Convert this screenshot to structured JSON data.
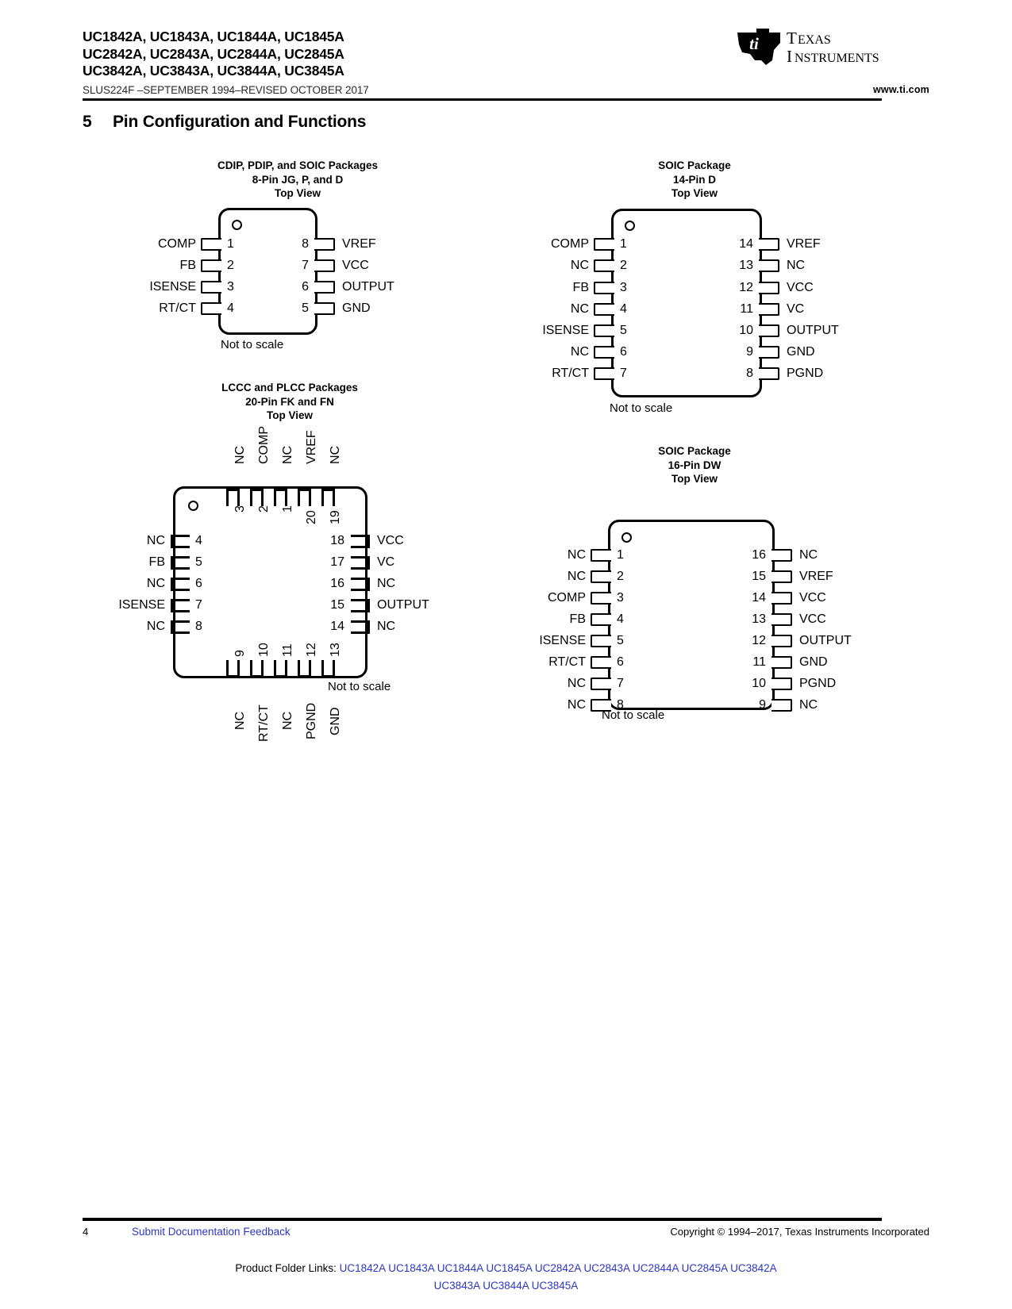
{
  "header": {
    "device_lines": [
      "UC1842A, UC1843A, UC1844A, UC1845A",
      "UC2842A, UC2843A, UC2844A, UC2845A",
      "UC3842A, UC3843A, UC3844A, UC3845A"
    ],
    "doc_id_line": "SLUS224F –SEPTEMBER 1994–REVISED OCTOBER 2017",
    "logo_text_top": "TEXAS",
    "logo_text_bottom": "INSTRUMENTS",
    "url": "www.ti.com"
  },
  "section": {
    "number": "5",
    "title": "Pin Configuration and Functions"
  },
  "packages": [
    {
      "id": "dip8",
      "title_lines": [
        "CDIP, PDIP, and SOIC Packages",
        "8-Pin JG, P, and D",
        "Top View"
      ],
      "not_to_scale": "Not to scale",
      "left_pins": [
        {
          "num": "1",
          "label": "COMP"
        },
        {
          "num": "2",
          "label": "FB"
        },
        {
          "num": "3",
          "label": "ISENSE"
        },
        {
          "num": "4",
          "label": "RT/CT"
        }
      ],
      "right_pins": [
        {
          "num": "8",
          "label": "VREF"
        },
        {
          "num": "7",
          "label": "VCC"
        },
        {
          "num": "6",
          "label": "OUTPUT"
        },
        {
          "num": "5",
          "label": "GND"
        }
      ]
    },
    {
      "id": "soic14",
      "title_lines": [
        "SOIC Package",
        "14-Pin D",
        "Top View"
      ],
      "not_to_scale": "Not to scale",
      "left_pins": [
        {
          "num": "1",
          "label": "COMP"
        },
        {
          "num": "2",
          "label": "NC"
        },
        {
          "num": "3",
          "label": "FB"
        },
        {
          "num": "4",
          "label": "NC"
        },
        {
          "num": "5",
          "label": "ISENSE"
        },
        {
          "num": "6",
          "label": "NC"
        },
        {
          "num": "7",
          "label": "RT/CT"
        }
      ],
      "right_pins": [
        {
          "num": "14",
          "label": "VREF"
        },
        {
          "num": "13",
          "label": "NC"
        },
        {
          "num": "12",
          "label": "VCC"
        },
        {
          "num": "11",
          "label": "VC"
        },
        {
          "num": "10",
          "label": "OUTPUT"
        },
        {
          "num": "9",
          "label": "GND"
        },
        {
          "num": "8",
          "label": "PGND"
        }
      ]
    },
    {
      "id": "lccc20",
      "title_lines": [
        "LCCC and PLCC Packages",
        "20-Pin FK and FN",
        "Top View"
      ],
      "not_to_scale": "Not to scale",
      "top_pins": [
        {
          "num": "3",
          "label": "NC"
        },
        {
          "num": "2",
          "label": "COMP"
        },
        {
          "num": "1",
          "label": "NC"
        },
        {
          "num": "20",
          "label": "VREF"
        },
        {
          "num": "19",
          "label": "NC"
        }
      ],
      "left_pins": [
        {
          "num": "4",
          "label": "NC"
        },
        {
          "num": "5",
          "label": "FB"
        },
        {
          "num": "6",
          "label": "NC"
        },
        {
          "num": "7",
          "label": "ISENSE"
        },
        {
          "num": "8",
          "label": "NC"
        }
      ],
      "right_pins": [
        {
          "num": "18",
          "label": "VCC"
        },
        {
          "num": "17",
          "label": "VC"
        },
        {
          "num": "16",
          "label": "NC"
        },
        {
          "num": "15",
          "label": "OUTPUT"
        },
        {
          "num": "14",
          "label": "NC"
        }
      ],
      "bottom_pins": [
        {
          "num": "9",
          "label": "NC"
        },
        {
          "num": "10",
          "label": "RT/CT"
        },
        {
          "num": "11",
          "label": "NC"
        },
        {
          "num": "12",
          "label": "PGND"
        },
        {
          "num": "13",
          "label": "GND"
        }
      ]
    },
    {
      "id": "soic16",
      "title_lines": [
        "SOIC Package",
        "16-Pin DW",
        "Top View"
      ],
      "not_to_scale": "Not to scale",
      "left_pins": [
        {
          "num": "1",
          "label": "NC"
        },
        {
          "num": "2",
          "label": "NC"
        },
        {
          "num": "3",
          "label": "COMP"
        },
        {
          "num": "4",
          "label": "FB"
        },
        {
          "num": "5",
          "label": "ISENSE"
        },
        {
          "num": "6",
          "label": "RT/CT"
        },
        {
          "num": "7",
          "label": "NC"
        },
        {
          "num": "8",
          "label": "NC"
        }
      ],
      "right_pins": [
        {
          "num": "16",
          "label": "NC"
        },
        {
          "num": "15",
          "label": "VREF"
        },
        {
          "num": "14",
          "label": "VCC"
        },
        {
          "num": "13",
          "label": "VCC"
        },
        {
          "num": "12",
          "label": "OUTPUT"
        },
        {
          "num": "11",
          "label": "GND"
        },
        {
          "num": "10",
          "label": "PGND"
        },
        {
          "num": "9",
          "label": "NC"
        }
      ]
    }
  ],
  "footer": {
    "page_number": "4",
    "feedback_link": "Submit Documentation Feedback",
    "copyright": "Copyright © 1994–2017, Texas Instruments Incorporated",
    "product_links_label": "Product Folder Links:",
    "product_links": [
      "UC1842A",
      "UC1843A",
      "UC1844A",
      "UC1845A",
      "UC2842A",
      "UC2843A",
      "UC2844A",
      "UC2845A",
      "UC3842A",
      "UC3843A",
      "UC3844A",
      "UC3845A"
    ]
  },
  "colors": {
    "link": "#2c35c7",
    "rule": "#000000"
  }
}
